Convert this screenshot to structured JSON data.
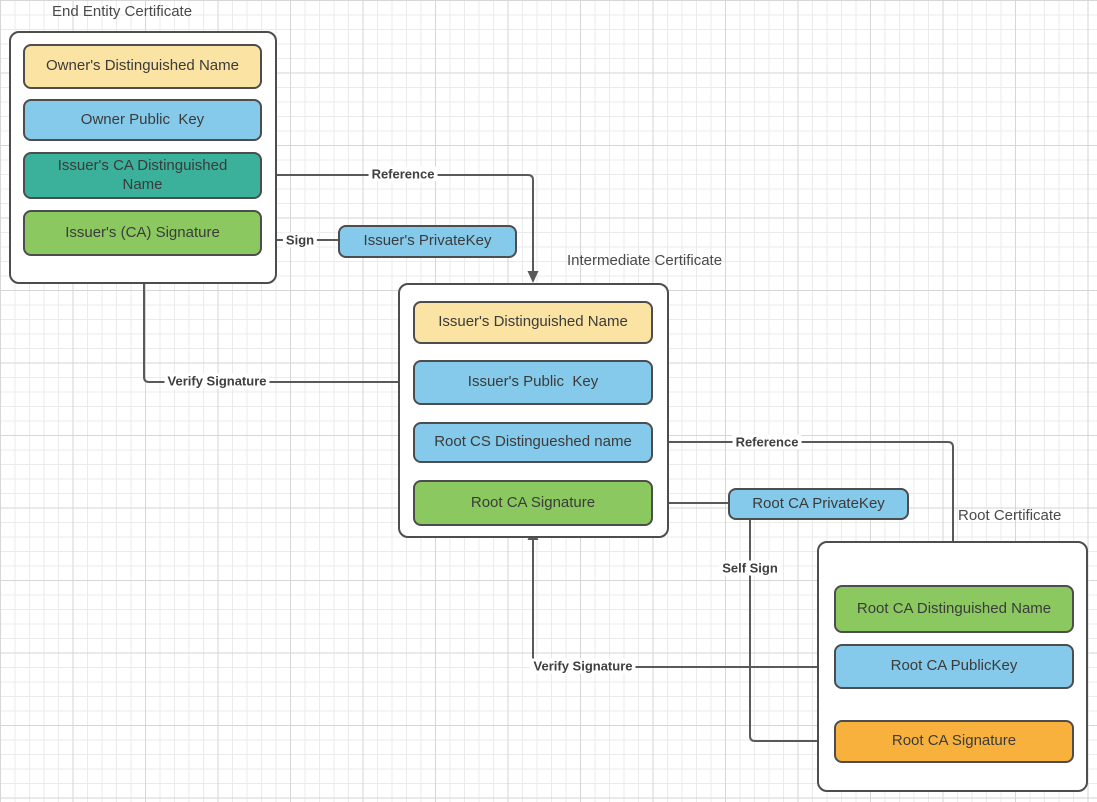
{
  "colors": {
    "yellow": "#FBE3A3",
    "blue": "#85CAEA",
    "teal": "#3BB09A",
    "green": "#8BC960",
    "orange": "#F9B13E",
    "border": "#4d4d4d",
    "line": "#595959",
    "text": "#3b3b3b",
    "title_text": "#4a4a4a",
    "label_text": "#3f3f3f",
    "grid_minor": "#ebebeb",
    "grid_major": "#d6d6d6"
  },
  "certificates": [
    {
      "title": "End Entity Certificate",
      "fields": [
        {
          "label": "Owner's Distinguished Name",
          "color": "yellow"
        },
        {
          "label": "Owner Public  Key",
          "color": "blue"
        },
        {
          "label": "Issuer's CA Distinguished Name",
          "color": "teal"
        },
        {
          "label": "Issuer's (CA) Signature",
          "color": "green"
        }
      ]
    },
    {
      "title": "Intermediate Certificate",
      "fields": [
        {
          "label": "Issuer's Distinguished Name",
          "color": "yellow"
        },
        {
          "label": "Issuer's Public  Key",
          "color": "blue"
        },
        {
          "label": "Root CS Distingueshed name",
          "color": "blue"
        },
        {
          "label": "Root CA Signature",
          "color": "green"
        }
      ]
    },
    {
      "title": "Root Certificate",
      "fields": [
        {
          "label": "Root CA Distinguished Name",
          "color": "green"
        },
        {
          "label": "Root CA PublicKey",
          "color": "blue"
        },
        {
          "label": "Root CA Signature",
          "color": "orange"
        }
      ]
    }
  ],
  "keys": [
    {
      "label": "Issuer's PrivateKey"
    },
    {
      "label": "Root CA PrivateKey"
    }
  ],
  "connector_labels": {
    "reference_1": "Reference",
    "sign": "Sign",
    "verify_signature_1": "Verify Signature",
    "reference_2": "Reference",
    "self_sign": "Self Sign",
    "verify_signature_2": "Verify Signature"
  }
}
